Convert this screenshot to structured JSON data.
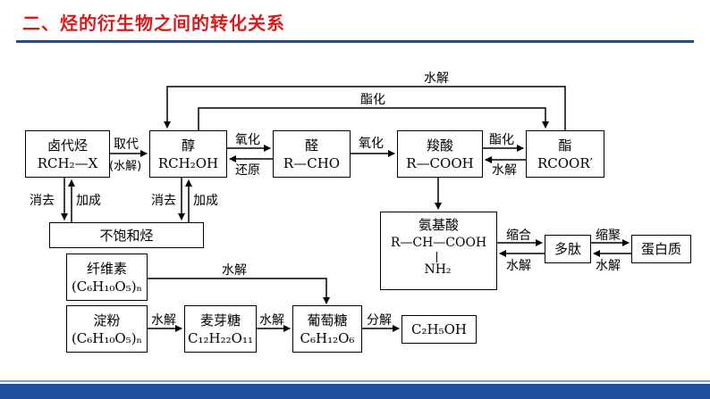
{
  "title": "二、烃的衍生物之间的转化关系",
  "nodes": {
    "haloalkane": {
      "name": "卤代烃",
      "formula": "RCH₂—X"
    },
    "alcohol": {
      "name": "醇",
      "formula": "RCH₂OH"
    },
    "aldehyde": {
      "name": "醛",
      "formula": "R—CHO"
    },
    "acid": {
      "name": "羧酸",
      "formula": "R—COOH"
    },
    "ester": {
      "name": "酯",
      "formula": "RCOOR′"
    },
    "unsaturated": {
      "name": "不饱和烃"
    },
    "amino_acid": {
      "name": "氨基酸",
      "formula_main": "R—CH—COOH",
      "formula_sub": "NH₂"
    },
    "peptide": {
      "name": "多肽"
    },
    "protein": {
      "name": "蛋白质"
    },
    "cellulose": {
      "name": "纤维素",
      "formula": "(C₆H₁₀O₅)ₙ"
    },
    "starch": {
      "name": "淀粉",
      "formula": "(C₆H₁₀O₅)ₙ"
    },
    "maltose": {
      "name": "麦芽糖",
      "formula": "C₁₂H₂₂O₁₁"
    },
    "glucose": {
      "name": "葡萄糖",
      "formula": "C₆H₁₂O₆"
    },
    "ethanol": {
      "formula": "C₂H₅OH"
    }
  },
  "labels": {
    "top_hydrolysis": "水解",
    "top_esterify": "酯化",
    "substitution": "取代",
    "substitution_cond": "(水解)",
    "oxidation1": "氧化",
    "reduction": "还原",
    "oxidation2": "氧化",
    "esterify2": "酯化",
    "hydrolysis_ester": "水解",
    "elim1": "消去",
    "add1": "加成",
    "elim2": "消去",
    "add2": "加成",
    "condense": "缩合",
    "hydro_pep": "水解",
    "polymerize": "缩聚",
    "hydro_prot": "水解",
    "hydro_cellulose": "水解",
    "hydro_starch": "水解",
    "hydro_maltose": "水解",
    "decompose": "分解"
  }
}
